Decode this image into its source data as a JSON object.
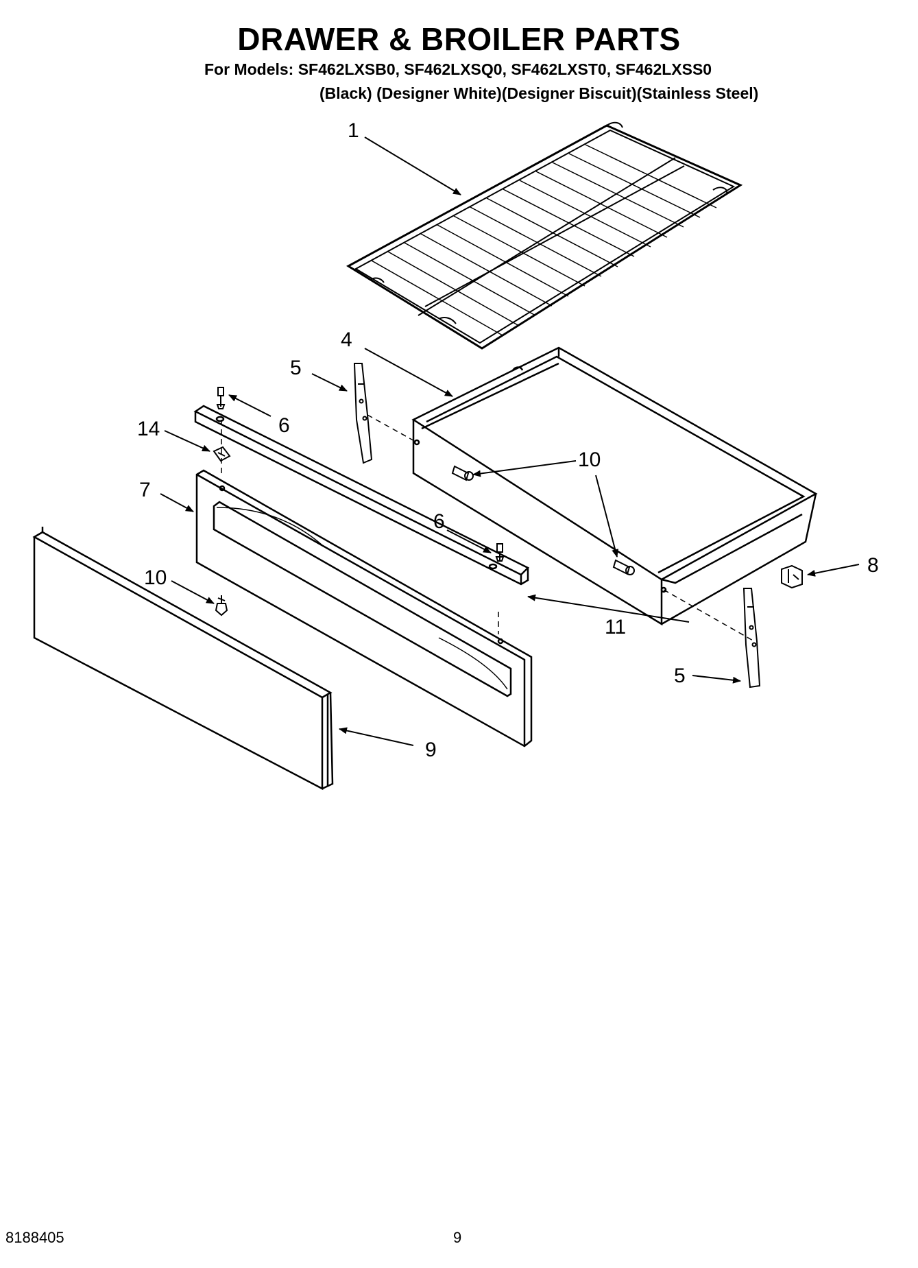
{
  "header": {
    "title": "DRAWER & BROILER PARTS",
    "models_line": "For Models: SF462LXSB0, SF462LXSQ0, SF462LXST0, SF462LXSS0",
    "finishes_line": "(Black) (Designer White)(Designer Biscuit)(Stainless Steel)"
  },
  "callouts": [
    {
      "id": "c1",
      "label": "1"
    },
    {
      "id": "c4",
      "label": "4"
    },
    {
      "id": "c5a",
      "label": "5"
    },
    {
      "id": "c5b",
      "label": "5"
    },
    {
      "id": "c6a",
      "label": "6"
    },
    {
      "id": "c6b",
      "label": "6"
    },
    {
      "id": "c7",
      "label": "7"
    },
    {
      "id": "c8",
      "label": "8"
    },
    {
      "id": "c9",
      "label": "9"
    },
    {
      "id": "c10a",
      "label": "10"
    },
    {
      "id": "c10b",
      "label": "10"
    },
    {
      "id": "c10c",
      "label": "10"
    },
    {
      "id": "c11",
      "label": "11"
    },
    {
      "id": "c14",
      "label": "14"
    }
  ],
  "footer": {
    "doc_number": "8188405",
    "page_number": "9"
  },
  "colors": {
    "line": "#000000",
    "background": "#ffffff"
  }
}
